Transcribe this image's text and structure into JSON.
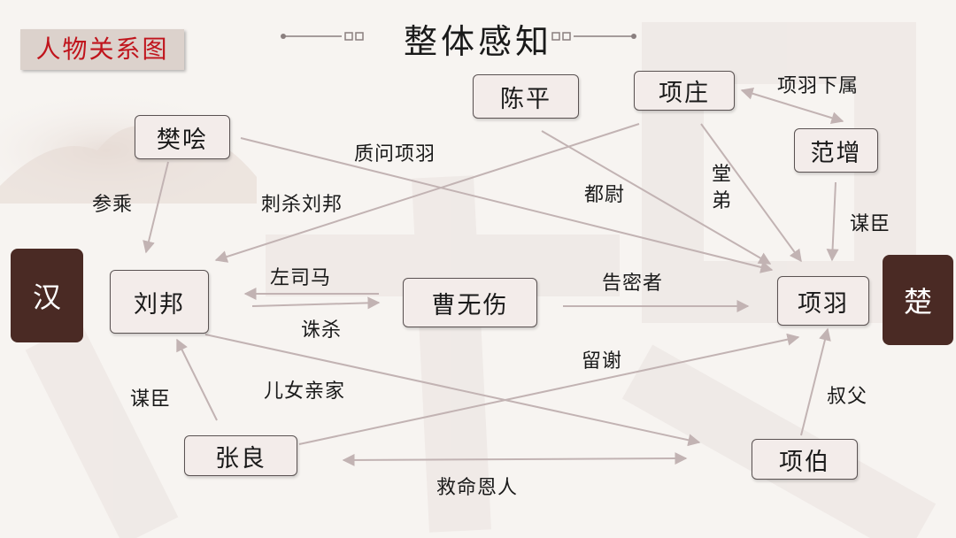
{
  "title": "整体感知",
  "tag": "人物关系图",
  "sides": {
    "left": "汉",
    "right": "楚"
  },
  "nodes": {
    "fankuai": "樊哙",
    "liubang": "刘邦",
    "chenping": "陈平",
    "xiangzhuang": "项庄",
    "fanzeng": "范增",
    "caowushang": "曹无伤",
    "xiangyu": "项羽",
    "zhangliang": "张良",
    "xiangbo": "项伯"
  },
  "labels": {
    "canchen": "参乘",
    "zhiwen": "质问项羽",
    "cisha": "刺杀刘邦",
    "duwei": "都尉",
    "tangdi_1": "堂",
    "tangdi_2": "弟",
    "xiashu": "项羽下属",
    "mouchen_fan": "谋臣",
    "zuosima": "左司马",
    "zhusha": "诛杀",
    "gaomi": "告密者",
    "liuxie": "留谢",
    "mouchen_zhang": "谋臣",
    "ernv": "儿女亲家",
    "shufu": "叔父",
    "jiuming": "救命恩人"
  },
  "colors": {
    "arrow": "#c2b3b3",
    "side_block": "#4a2a24",
    "tag_text": "#c0141c"
  }
}
